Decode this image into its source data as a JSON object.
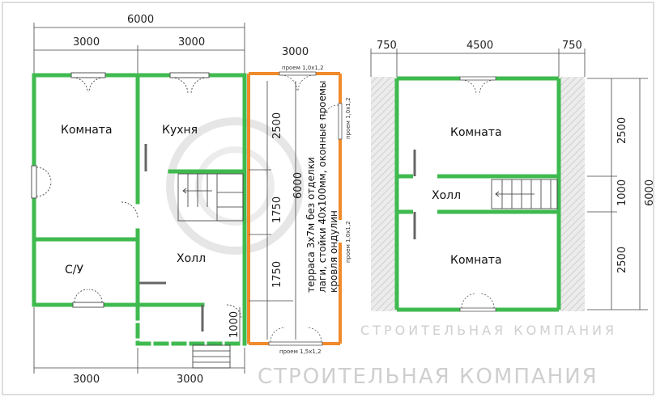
{
  "colors": {
    "wall": "#3fba4f",
    "terrace": "#f08a2a",
    "hatch": "#d8d8d8",
    "dim": "#333333"
  },
  "left_plan": {
    "dims_top_total": "6000",
    "dims_top_left": "3000",
    "dims_top_right": "3000",
    "dims_bottom_left": "3000",
    "dims_bottom_right": "3000",
    "porch_dim": "1000",
    "rooms": {
      "room": "Комната",
      "kitchen": "Кухня",
      "wc": "С/У",
      "hall": "Холл"
    }
  },
  "terrace": {
    "width_dim": "3000",
    "dim_2500": "2500",
    "dim_1750_a": "1750",
    "dim_1750_b": "1750",
    "dim_6000": "6000",
    "opening_top": "проем 1,0х1,2",
    "opening_side_1": "проем 1,0х1,2",
    "opening_side_2": "проем 1,0х1,2",
    "opening_bottom": "проем 1,5х1,2",
    "note_line1": "терраса 3х7м без отделки",
    "note_line2": "лаги, стойки 40х100мм, оконные проемы",
    "note_line3": "кровля ондулин"
  },
  "right_plan": {
    "dim_top_left": "750",
    "dim_top_mid": "4500",
    "dim_top_right": "750",
    "dim_right_1": "2500",
    "dim_right_2": "1000",
    "dim_right_3": "2500",
    "dim_right_total": "6000",
    "rooms": {
      "room_top": "Комната",
      "hall": "Холл",
      "room_bottom": "Комната"
    }
  },
  "watermark": {
    "line1": "СТРОИТЕЛЬНАЯ КОМПАНИЯ",
    "line2": "СТРОИТЕЛЬНАЯ КОМПАНИЯ"
  }
}
